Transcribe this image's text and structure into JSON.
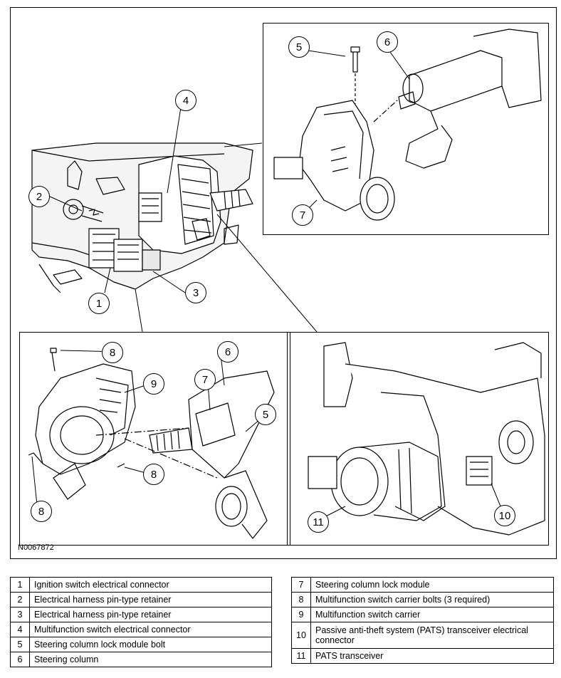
{
  "figure": {
    "id": "N0067872",
    "callouts": {
      "c1": "1",
      "c2": "2",
      "c3": "3",
      "c4": "4",
      "c5_top": "5",
      "c6_top": "6",
      "c7_top": "7",
      "c8_a": "8",
      "c9": "9",
      "c6_bl": "6",
      "c7_bl": "7",
      "c5_bl": "5",
      "c8_b": "8",
      "c8_c": "8",
      "c11": "11",
      "c10": "10"
    }
  },
  "legend": {
    "left": [
      {
        "num": "1",
        "desc": "Ignition switch electrical connector"
      },
      {
        "num": "2",
        "desc": "Electrical harness pin-type retainer"
      },
      {
        "num": "3",
        "desc": "Electrical harness pin-type retainer"
      },
      {
        "num": "4",
        "desc": "Multifunction switch electrical connector"
      },
      {
        "num": "5",
        "desc": "Steering column lock module bolt"
      },
      {
        "num": "6",
        "desc": "Steering column"
      }
    ],
    "right": [
      {
        "num": "7",
        "desc": "Steering column lock module"
      },
      {
        "num": "8",
        "desc": "Multifunction switch carrier bolts (3 required)"
      },
      {
        "num": "9",
        "desc": "Multifunction switch carrier"
      },
      {
        "num": "10",
        "desc": "Passive anti-theft system (PATS) transceiver electrical connector"
      },
      {
        "num": "11",
        "desc": "PATS transceiver"
      }
    ]
  }
}
